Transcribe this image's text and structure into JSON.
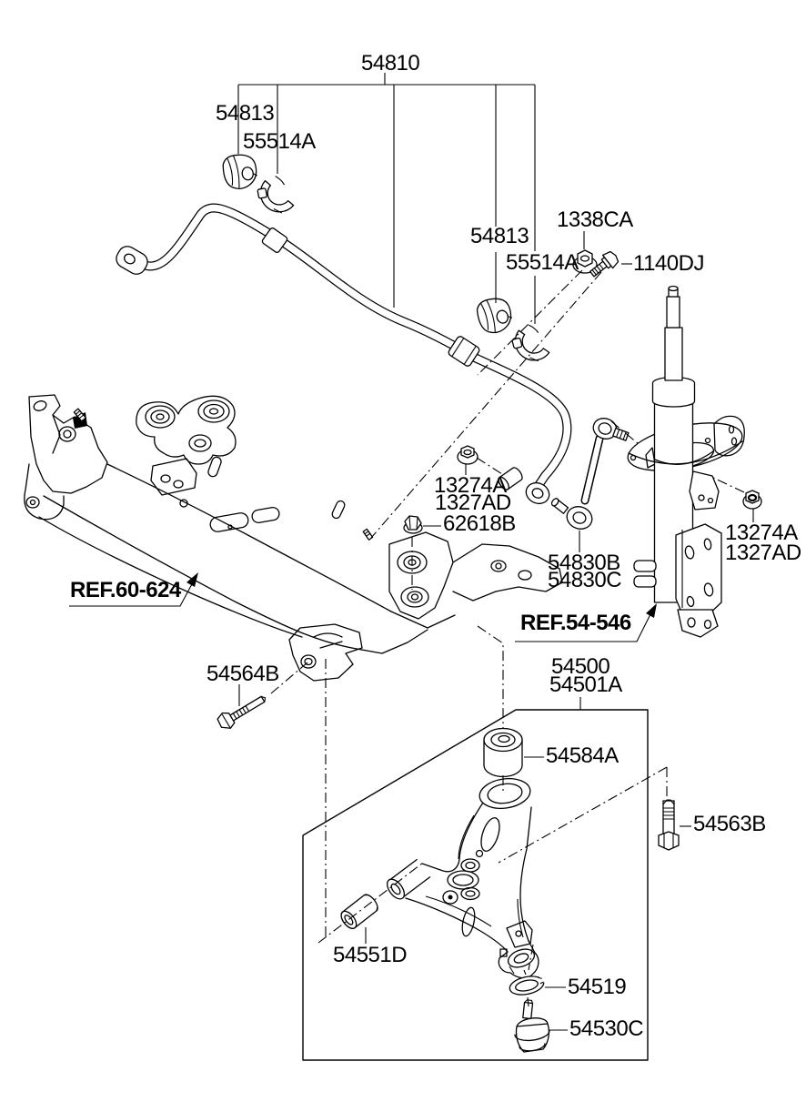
{
  "diagram": {
    "title": "front suspension crossmember & lower arm parts diagram",
    "colors": {
      "background": "#ffffff",
      "line": "#000000"
    },
    "labels": {
      "stabilizer_bar_assy": "54810",
      "bushing_left": "54813",
      "clamp_left": "55514A",
      "bushing_mid": "54813",
      "clamp_mid": "55514A",
      "flange_nut": "1338CA",
      "flange_bolt": "1140DJ",
      "nut_mid_line1": "13274A",
      "nut_mid_line2": "1327AD",
      "center_bolt": "62618B",
      "link_line1": "54830B",
      "link_line2": "54830C",
      "nut_right_line1": "13274A",
      "nut_right_line2": "1327AD",
      "ref_crossmember": "REF.60-624",
      "ref_strut": "REF.54-546",
      "lower_left_bolt": "54564B",
      "arm_line1": "54500",
      "arm_line2": "54501A",
      "inner_bushing": "54584A",
      "arm_rear_bolt": "54563B",
      "front_bushing": "54551D",
      "snap_ring": "54519",
      "ball_joint": "54530C"
    }
  }
}
